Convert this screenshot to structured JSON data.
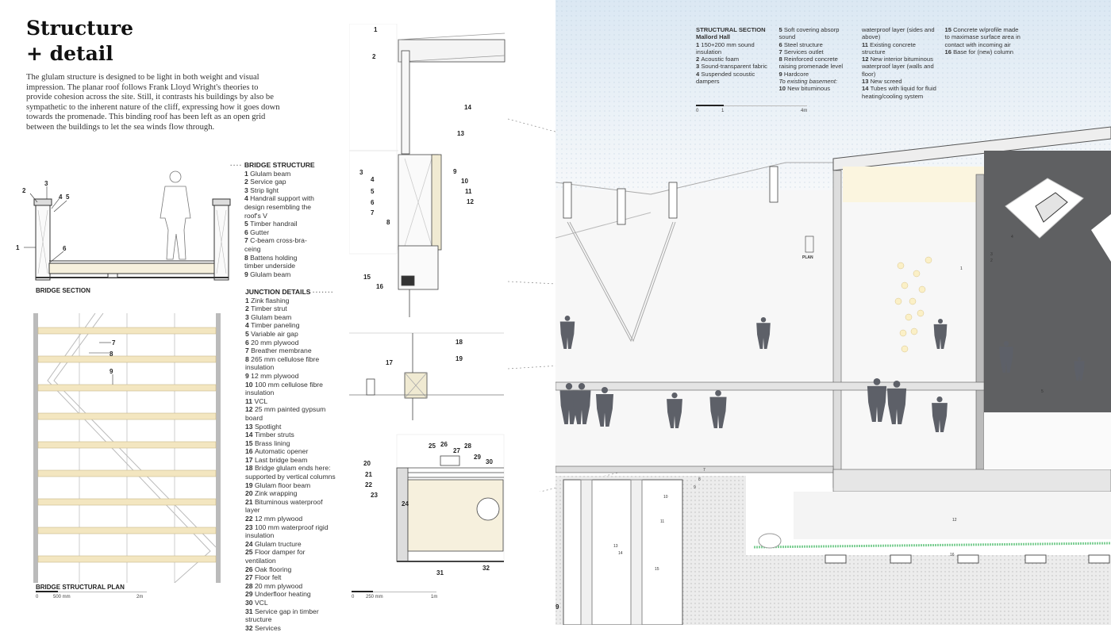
{
  "title_line1": "Structure",
  "title_line2": "+ detail",
  "intro": "The glulam structure is designed to be light in both weight and visual impression. The planar roof follows Frank Lloyd Wright's theories to provide cohesion across the site. Still, it contrasts his buildings by also be sympathetic to the inherent nature of the cliff, expressing how it goes down towards the promenade. This binding roof has been left as an open grid between the buildings to let the sea winds flow through.",
  "bridge_structure": {
    "heading": "BRIDGE STRUCTURE",
    "items": [
      {
        "n": "1",
        "t": "Glulam beam"
      },
      {
        "n": "2",
        "t": "Service gap"
      },
      {
        "n": "3",
        "t": "Strip light"
      },
      {
        "n": "4",
        "t": "Handrail support with design resembling the roof's V"
      },
      {
        "n": "5",
        "t": "Timber handrail"
      },
      {
        "n": "6",
        "t": "Gutter"
      },
      {
        "n": "7",
        "t": "C-beam cross-bra-ceing"
      },
      {
        "n": "8",
        "t": "Battens holding timber underside"
      },
      {
        "n": "9",
        "t": "Glulam beam"
      }
    ]
  },
  "junction_details": {
    "heading": "JUNCTION DETAILS",
    "items": [
      {
        "n": "1",
        "t": "Zink flashing"
      },
      {
        "n": "2",
        "t": "Timber strut"
      },
      {
        "n": "3",
        "t": "Glulam beam"
      },
      {
        "n": "4",
        "t": "Timber paneling"
      },
      {
        "n": "5",
        "t": "Variable air gap"
      },
      {
        "n": "6",
        "t": "20 mm plywood"
      },
      {
        "n": "7",
        "t": "Breather membrane"
      },
      {
        "n": "8",
        "t": "265 mm cellulose fibre insulation"
      },
      {
        "n": "9",
        "t": "12 mm plywood"
      },
      {
        "n": "10",
        "t": "100 mm cellulose fibre insulation"
      },
      {
        "n": "11",
        "t": "VCL"
      },
      {
        "n": "12",
        "t": "25 mm painted gypsum board"
      },
      {
        "n": "13",
        "t": "Spotlight"
      },
      {
        "n": "14",
        "t": "Timber struts"
      },
      {
        "n": "15",
        "t": "Brass lining"
      },
      {
        "n": "16",
        "t": "Automatic opener"
      },
      {
        "n": "17",
        "t": "Last bridge beam"
      },
      {
        "n": "18",
        "t": "Bridge glulam ends here: supported by vertical columns"
      },
      {
        "n": "19",
        "t": "Glulam floor beam"
      },
      {
        "n": "20",
        "t": "Zink wrapping"
      },
      {
        "n": "21",
        "t": "Bituminous waterproof layer"
      },
      {
        "n": "22",
        "t": "12 mm plywood"
      },
      {
        "n": "23",
        "t": "100 mm waterproof rigid insulation"
      },
      {
        "n": "24",
        "t": "Glulam tructure"
      },
      {
        "n": "25",
        "t": "Floor damper for ventilation"
      },
      {
        "n": "26",
        "t": "Oak flooring"
      },
      {
        "n": "27",
        "t": "Floor felt"
      },
      {
        "n": "28",
        "t": "20 mm plywood"
      },
      {
        "n": "29",
        "t": "Underfloor heating"
      },
      {
        "n": "30",
        "t": "VCL"
      },
      {
        "n": "31",
        "t": "Service gap in timber structure"
      },
      {
        "n": "32",
        "t": "Services"
      }
    ]
  },
  "bridge_section": {
    "caption": "BRIDGE SECTION",
    "callouts": [
      "1",
      "2",
      "3",
      "4",
      "5",
      "6"
    ]
  },
  "bridge_plan": {
    "caption": "BRIDGE STRUCTURAL PLAN",
    "callouts": [
      "7",
      "8",
      "9"
    ],
    "scale": [
      "0",
      "500 mm",
      "2m"
    ],
    "scale_fraction": 0.25
  },
  "junction_drawing": {
    "callouts": [
      "1",
      "2",
      "3",
      "4",
      "5",
      "6",
      "7",
      "8",
      "9",
      "10",
      "11",
      "12",
      "13",
      "14",
      "15",
      "16",
      "17",
      "18",
      "19",
      "20",
      "21",
      "22",
      "23",
      "24",
      "25",
      "26",
      "27",
      "28",
      "29",
      "30",
      "31",
      "32"
    ],
    "scale": [
      "0",
      "250 mm",
      "1m"
    ],
    "scale_fraction": 0.25
  },
  "structural_section": {
    "heading": "STRUCTURAL SECTION",
    "subheading": "Mallord Hall",
    "col1": [
      {
        "n": "1",
        "t": "150+200 mm sound insulation"
      },
      {
        "n": "2",
        "t": "Acoustic foam"
      },
      {
        "n": "3",
        "t": "Sound-transparent fabric"
      },
      {
        "n": "4",
        "t": "Suspended scoustic dampers"
      }
    ],
    "col2": [
      {
        "n": "5",
        "t": "Soft covering absorp sound"
      },
      {
        "n": "6",
        "t": "Steel structure"
      },
      {
        "n": "7",
        "t": "Services outlet"
      },
      {
        "n": "8",
        "t": "Reinforced concrete raising promenade level"
      },
      {
        "n": "9",
        "t": "Hardcore"
      }
    ],
    "basement_note": "To existing basement:",
    "col2b": {
      "n": "10",
      "t": "New bituminous"
    },
    "col3_cont": "waterproof layer (sides and above)",
    "col3": [
      {
        "n": "11",
        "t": "Existing concrete structure"
      },
      {
        "n": "12",
        "t": "New interior bituminous waterproof layer (walls and floor)"
      },
      {
        "n": "13",
        "t": "New screed"
      },
      {
        "n": "14",
        "t": "Tubes with liquid for fluid heating/cooling system"
      }
    ],
    "col4": [
      {
        "n": "15",
        "t": "Concrete w/profile made to maximase surface area in contact with incoming air"
      },
      {
        "n": "16",
        "t": "Base for (new) column"
      }
    ],
    "scale": [
      "0",
      "1",
      "4m"
    ],
    "scale_fraction": 0.25,
    "plan_label": "PLAN",
    "callouts": [
      "1",
      "2",
      "3",
      "4",
      "5",
      "7",
      "8",
      "9",
      "10",
      "11",
      "12",
      "13",
      "14",
      "15",
      "16",
      "9"
    ]
  },
  "colors": {
    "sky": "#dbe8f3",
    "interior": "#5f6062",
    "figure": "#5d6068",
    "ink": "#222222",
    "light": "#f2dfa6",
    "grass": "#7fcf95"
  }
}
